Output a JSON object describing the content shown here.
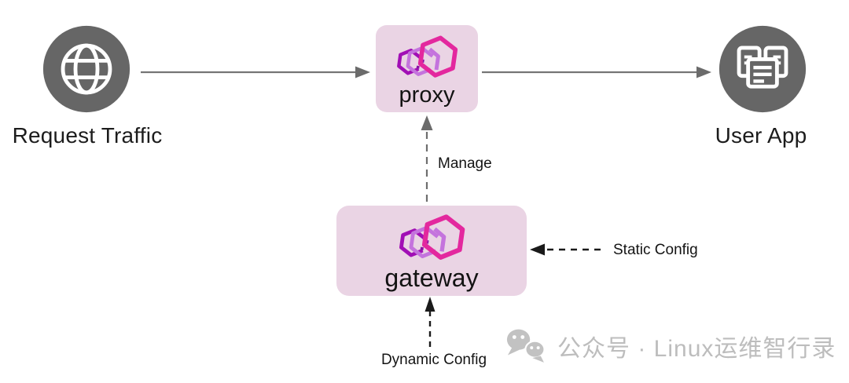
{
  "diagram": {
    "nodes": {
      "request_traffic": {
        "label": "Request Traffic",
        "icon": "globe-icon"
      },
      "proxy": {
        "label": "proxy",
        "icon": "traefik-logo"
      },
      "gateway": {
        "label": "gateway",
        "icon": "traefik-logo"
      },
      "user_app": {
        "label": "User App",
        "icon": "app-stack-icon"
      }
    },
    "edges": {
      "traffic_to_proxy": {
        "label": "",
        "style": "solid-gray"
      },
      "proxy_to_user_app": {
        "label": "",
        "style": "solid-gray"
      },
      "manage": {
        "label": "Manage",
        "style": "dashed-gray-up"
      },
      "static_config": {
        "label": "Static Config",
        "style": "dashed-black-left"
      },
      "dynamic_config": {
        "label": "Dynamic Config",
        "style": "dashed-black-up"
      }
    },
    "colors": {
      "box_background": "#ead4e4",
      "node_circle_gray": "#666666",
      "arrow_gray": "#757575",
      "arrow_black": "#1a1a1a",
      "logo_magenta": "#e3289e",
      "logo_lavender": "#c473dd",
      "logo_purple": "#a10fb5",
      "watermark_gray": "#bdbdbd"
    }
  },
  "watermark": {
    "text": "公众号 · Linux运维智行录",
    "icon": "wechat-icon"
  }
}
